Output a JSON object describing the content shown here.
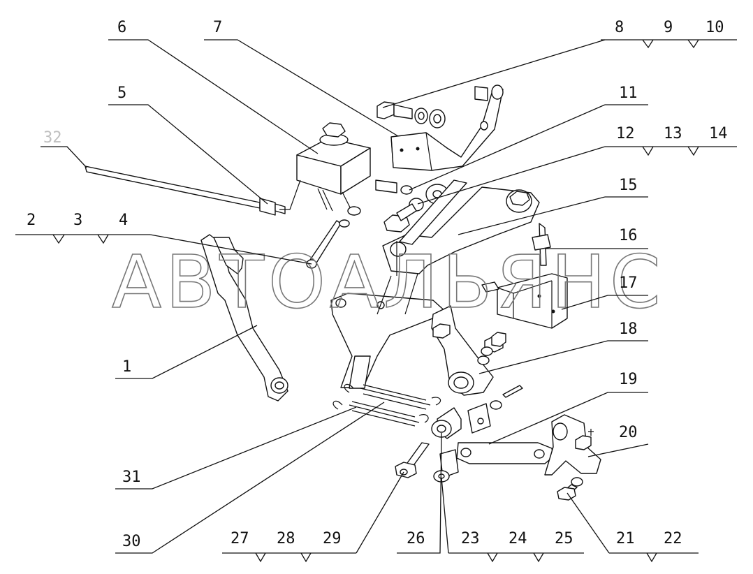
{
  "diagram": {
    "watermark": "АВТОАЛЬЯНС",
    "callouts": [
      "1",
      "2",
      "3",
      "4",
      "5",
      "6",
      "7",
      "8",
      "9",
      "10",
      "11",
      "12",
      "13",
      "14",
      "15",
      "16",
      "17",
      "18",
      "19",
      "20",
      "21",
      "22",
      "23",
      "24",
      "25",
      "26",
      "27",
      "28",
      "29",
      "30",
      "31",
      "32"
    ]
  }
}
